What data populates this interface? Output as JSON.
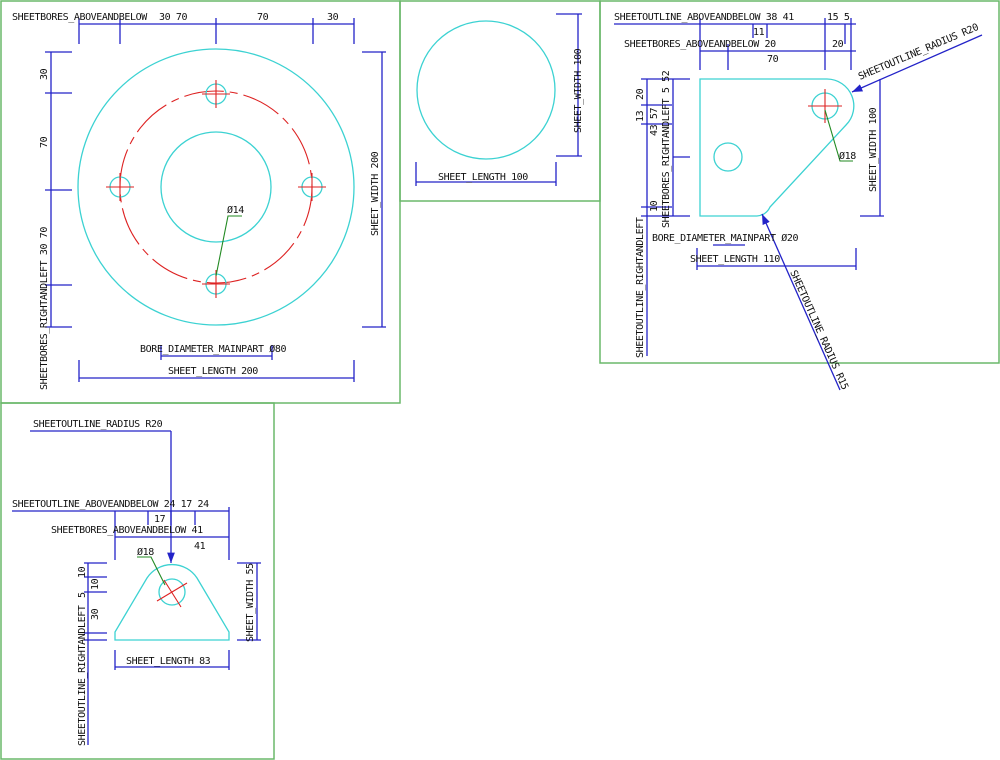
{
  "colors": {
    "outline": "#3cd2d2",
    "dimension": "#2323c8",
    "centerline": "#dd2222",
    "leader": "#228a22",
    "frame": "#6ab86a"
  },
  "views": [
    {
      "name": "round-plate",
      "top_dim": "SHEETBORES_ABOVEANDBELOW",
      "top_vals": "30 70",
      "top_v2": "70",
      "top_v3": "30",
      "left_v1": "30",
      "left_v2": "70",
      "left_dim": "SHEETBORES_RIGHTANDLEFT  30 70",
      "width": "SHEET_WIDTH  200",
      "bore": "BORE_DIAMETER_MAINPART  Ø80",
      "length": "SHEET_LENGTH  200",
      "hole": "Ø14"
    },
    {
      "name": "disc",
      "width": "SHEET_WIDTH  100",
      "length": "SHEET_LENGTH  100"
    },
    {
      "name": "bracket",
      "top_dim": "SHEETOUTLINE_ABOVEANDBELOW  38  41",
      "top_v2": "15 5",
      "top_v3": "11",
      "bores_dim": "SHEETBORES_ABOVEANDBELOW  20",
      "bores_v2": "20",
      "bores_v3": "70",
      "radius_top": "SHEETOUTLINE_RADIUS  R20",
      "radius_bottom": "SHEETOUTLINE_RADIUS  R15",
      "width": "SHEET_WIDTH  100",
      "hole": "Ø18",
      "left_a": "20",
      "left_b": "13",
      "left_c": "43 57",
      "left_d": "SHEETBORES_RIGHTANDLEFT  5 52",
      "left_e": "10",
      "left_f": "SHEETOUTLINE_RIGHTANDLEFT",
      "bore": "BORE_DIAMETER_MAINPART  Ø20",
      "length": "SHEET_LENGTH  110"
    },
    {
      "name": "trapezoid",
      "top_dim": "SHEETOUTLINE_ABOVEANDBELOW  24 17  24",
      "top_v3": "17",
      "bores_dim": "SHEETBORES_ABOVEANDBELOW  41",
      "bores_v2": "41",
      "radius": "SHEETOUTLINE_RADIUS  R20",
      "hole": "Ø18",
      "left_a": "10",
      "left_b": "10",
      "left_c": "5",
      "left_d": "30",
      "left_e": "SHEETOUTLINE_RIGHTANDLEFT",
      "width": "SHEET_WIDTH  55",
      "length": "SHEET_LENGTH  83"
    }
  ]
}
